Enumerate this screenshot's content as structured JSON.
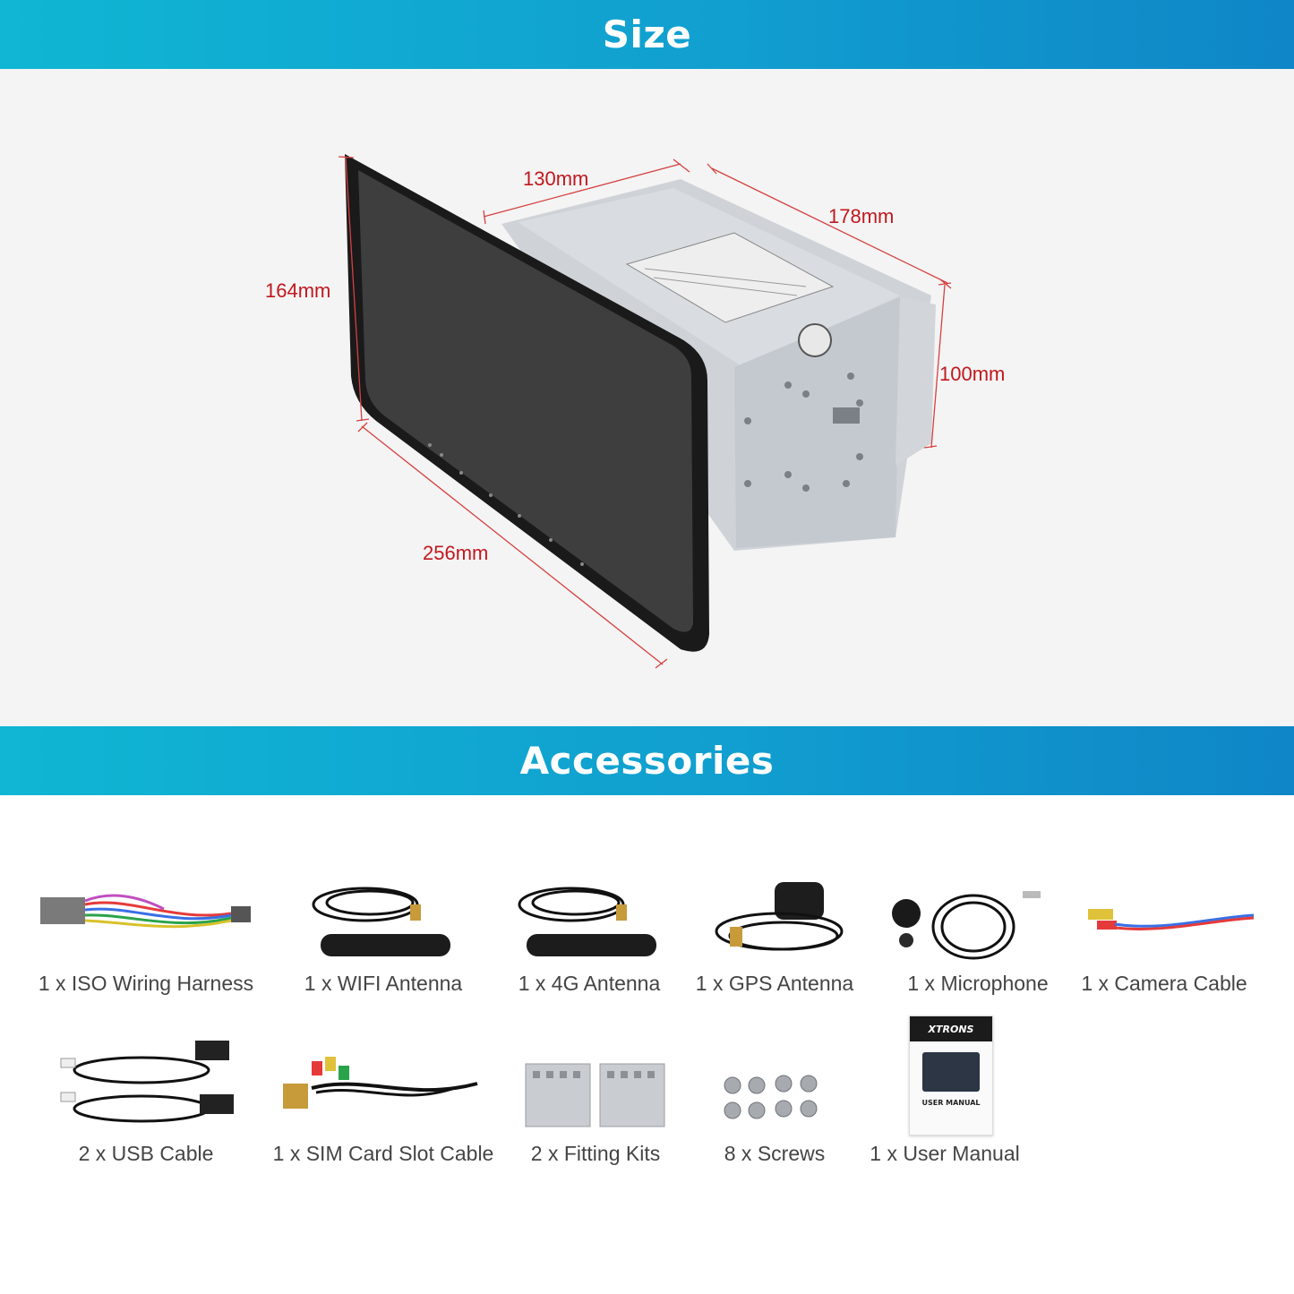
{
  "size_section": {
    "title": "Size",
    "dimensions": {
      "depth_top": "130mm",
      "width_box": "178mm",
      "height_screen": "164mm",
      "height_box": "100mm",
      "width_screen": "256mm"
    }
  },
  "accessories_section": {
    "title": "Accessories",
    "manual_brand": "XTRONS",
    "manual_title": "USER MANUAL",
    "items": [
      {
        "label": "1 x ISO Wiring Harness",
        "icon": "wiring-harness-icon"
      },
      {
        "label": "1 x WIFI Antenna",
        "icon": "wifi-antenna-icon"
      },
      {
        "label": "1 x 4G Antenna",
        "icon": "4g-antenna-icon"
      },
      {
        "label": "1 x GPS Antenna",
        "icon": "gps-antenna-icon"
      },
      {
        "label": "1 x Microphone",
        "icon": "microphone-icon"
      },
      {
        "label": "1 x Camera Cable",
        "icon": "camera-cable-icon"
      },
      {
        "label": "2 x USB Cable",
        "icon": "usb-cable-icon"
      },
      {
        "label": "1 x SIM Card Slot Cable",
        "icon": "sim-cable-icon"
      },
      {
        "label": "2 x Fitting Kits",
        "icon": "fitting-kit-icon"
      },
      {
        "label": "8 x Screws",
        "icon": "screws-icon"
      },
      {
        "label": "1 x User Manual",
        "icon": "user-manual-icon"
      }
    ]
  },
  "colors": {
    "banner_start": "#10b6d3",
    "banner_end": "#0f86c7",
    "dimension_red": "#c0181e",
    "size_bg": "#f4f4f4"
  }
}
